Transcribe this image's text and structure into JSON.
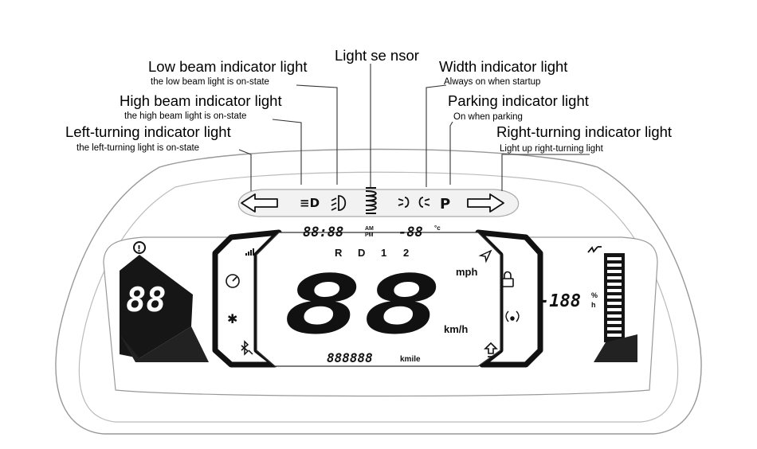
{
  "callouts": {
    "light_sensor": {
      "title": "Light se nsor"
    },
    "low_beam": {
      "title": "Low beam indicator light",
      "subtitle": "the low beam light is on-state"
    },
    "high_beam": {
      "title": "High beam indicator light",
      "subtitle": "the high beam light is on-state"
    },
    "left_turn": {
      "title": "Left-turning indicator light",
      "subtitle": "the left-turning light is on-state"
    },
    "width": {
      "title": "Width indicator light",
      "subtitle": "Always on when startup"
    },
    "parking": {
      "title": "Parking indicator light",
      "subtitle": "On when parking"
    },
    "right_turn": {
      "title": "Right-turning indicator light",
      "subtitle": "Light up right-turning light"
    }
  },
  "indicator_bar": {
    "parking_glyph": "P",
    "high_beam_glyph": "≡D",
    "left_arrow_icon": "left-arrow-icon",
    "right_arrow_icon": "right-arrow-icon",
    "low_beam_icon": "low-beam-icon",
    "light_sensor_icon": "light-sensor-icon",
    "width_icon": "width-light-icon"
  },
  "display": {
    "clock": "88:88",
    "clock_am": "AM",
    "clock_pm": "PM",
    "temperature": "-88",
    "temperature_unit": "°c",
    "gears": [
      "R",
      "D",
      "1",
      "2"
    ],
    "speed": "88",
    "speed_unit_mph": "mph",
    "speed_unit_kmh": "km/h",
    "odometer": "888888",
    "odometer_unit": "kmile",
    "left_pod_value": "88",
    "battery_percent": "-188",
    "battery_unit_top": "%",
    "battery_unit_bottom": "h",
    "warning_glyph": "!",
    "bluetooth_glyph": "✱"
  }
}
